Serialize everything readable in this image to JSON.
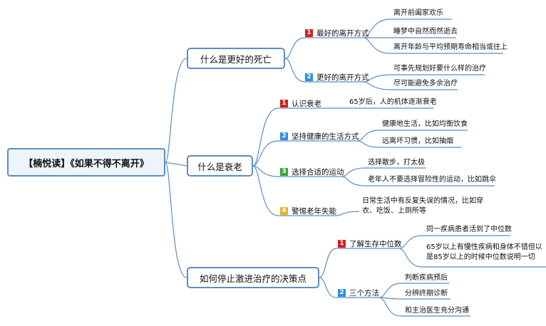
{
  "root": "【楠悦读】《如果不得不离开》",
  "colors": {
    "line": "#5b8ec6",
    "b1": "#d71e1e",
    "b2": "#2f8fe0",
    "b3": "#3aa63a",
    "b4": "#f2b01e"
  },
  "branch1": {
    "title": "什么是更好的死亡",
    "subs": [
      {
        "badge": "1",
        "label": "最好的离开方式",
        "leaves": [
          "离开前阖家欢乐",
          "睡梦中自然而然逝去",
          "离开年龄与平均预期寿命相当或往上"
        ]
      },
      {
        "badge": "2",
        "label": "更好的离开方式",
        "leaves": [
          "可事先规划好要什么样的治疗",
          "尽可能避免多余治疗"
        ]
      }
    ]
  },
  "branch2": {
    "title": "什么是衰老",
    "subs": [
      {
        "badge": "1",
        "label": "认识衰老",
        "leaves": [
          "65岁后，人的机体逐渐衰老"
        ]
      },
      {
        "badge": "2",
        "label": "坚持健康的生活方式",
        "leaves": [
          "健康地生活，比如均衡饮食",
          "远离坏习惯，比如抽烟"
        ]
      },
      {
        "badge": "3",
        "label": "选择合适的运动",
        "leaves": [
          "选择散步，打太极",
          "老年人不要选择冒险性的运动，比如跳伞"
        ]
      },
      {
        "badge": "4",
        "label": "警惕老年失能",
        "leaves": [
          "日常生活中有反复失误的情况，比如穿",
          "衣、吃饭、上厕所等"
        ]
      }
    ]
  },
  "branch3": {
    "title": "如何停止激进治疗的决策点",
    "subs": [
      {
        "badge": "1",
        "label": "了解生存中位数",
        "leaves": [
          "同一疾病患者活到了中位数",
          "65岁以上有慢性疾病和身体不错但以",
          "是85岁以上的时候中位数说明一切"
        ]
      },
      {
        "badge": "2",
        "label": "三个方法",
        "leaves": [
          "判断疾病预后",
          "分辨终期诊断",
          "和主治医生充分沟通"
        ]
      }
    ]
  }
}
